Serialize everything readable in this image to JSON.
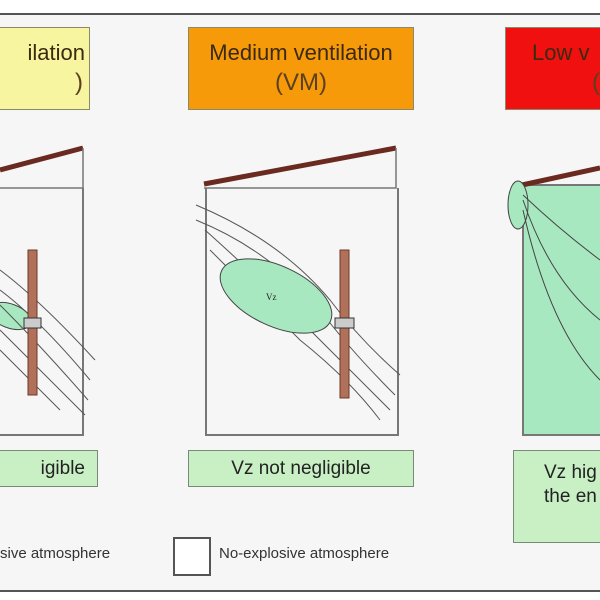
{
  "columns": [
    {
      "header_line1": "ilation",
      "header_line2": ")",
      "header_color": "#f8f5a0",
      "status": "igible"
    },
    {
      "header_line1": "Medium ventilation",
      "header_line2": "(VM)",
      "header_color": "#f79a0a",
      "status": "Vz not negligible",
      "zone_label": "Vz"
    },
    {
      "header_line1": "Low v",
      "header_line2": "(",
      "header_color": "#f01010",
      "status_line1": "Vz hig",
      "status_line2": "the en"
    }
  ],
  "legend": {
    "explosive_label": "sive atmosphere",
    "no_explosive_label": "No-explosive atmosphere"
  },
  "colors": {
    "zone_fill": "#a8e8c0",
    "roof": "#6a2a20",
    "pipe": "#b0705a"
  }
}
